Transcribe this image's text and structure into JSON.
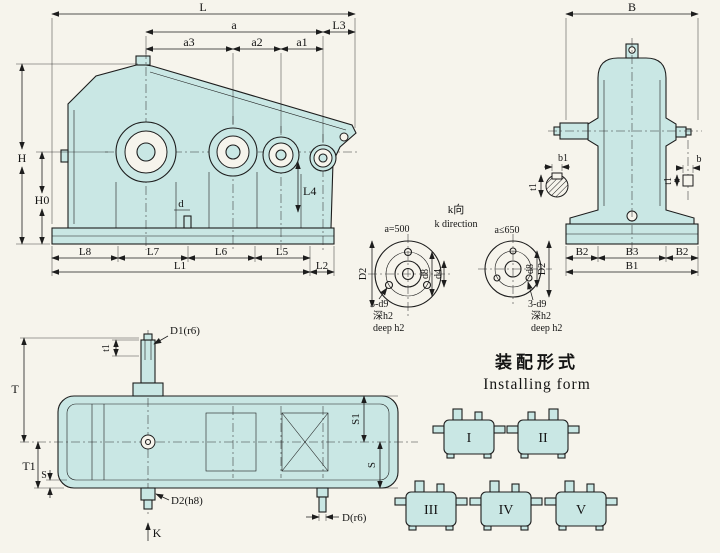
{
  "colors": {
    "fill": "#c9e7e4",
    "line": "#1d1d1d",
    "bg": "#f6f4ec"
  },
  "side_view": {
    "L": "L",
    "a": "a",
    "a3": "a3",
    "a2": "a2",
    "a1": "a1",
    "L3": "L3",
    "H": "H",
    "H0": "H0",
    "d": "d",
    "L4": "L4",
    "L8": "L8",
    "L7": "L7",
    "L6": "L6",
    "L5": "L5",
    "L1": "L1",
    "L2": "L2"
  },
  "end_view": {
    "B": "B",
    "b1": "b1",
    "t1_left": "t1",
    "b": "b",
    "t1_right": "t1",
    "B2_left": "B2",
    "B3": "B3",
    "B2_right": "B2",
    "B1": "B1"
  },
  "shaft_detail_1": {
    "view_label_cn": "k向",
    "view_label_en": "k direction",
    "condition": "a=500",
    "D2": "D2",
    "d8": "d8",
    "d4": "d4",
    "holes": "3-d9",
    "depth_cn": "深h2",
    "depth_en": "deep h2"
  },
  "shaft_detail_2": {
    "condition": "a≤650",
    "d8": "d8",
    "D2": "D2",
    "holes": "3-d9",
    "depth_cn": "深h2",
    "depth_en": "deep h2"
  },
  "top_view": {
    "D1": "D1(r6)",
    "t1": "t1",
    "T": "T",
    "T1": "T1",
    "S_left": "S",
    "S1": "S1",
    "S_right": "S",
    "D2": "D2(h8)",
    "D": "D(r6)",
    "K": "K"
  },
  "installing": {
    "title_cn": "装配形式",
    "title_en": "Installing form",
    "variants": [
      "I",
      "II",
      "III",
      "IV",
      "V"
    ]
  }
}
